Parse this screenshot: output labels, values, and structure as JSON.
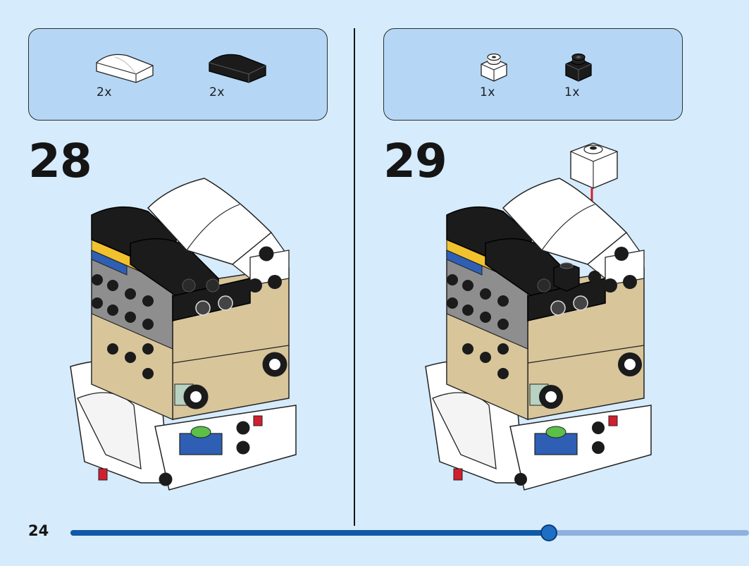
{
  "page": {
    "number": "24",
    "progress_fraction": 0.705
  },
  "steps": [
    {
      "number": "28",
      "parts": [
        {
          "icon": "white-curved-slope-brick-icon",
          "color": "#ffffff",
          "qty": "2x"
        },
        {
          "icon": "black-curved-slope-brick-icon",
          "color": "#1b1b1b",
          "qty": "2x"
        }
      ]
    },
    {
      "number": "29",
      "parts": [
        {
          "icon": "white-1x1-stud-brick-icon",
          "color": "#ffffff",
          "qty": "1x"
        },
        {
          "icon": "black-1x1-stud-brick-icon",
          "color": "#1b1b1b",
          "qty": "1x"
        }
      ]
    }
  ],
  "colors": {
    "background": "#d6ebfb",
    "parts_box": "#b5d7f5",
    "tan": "#d8c59a",
    "black": "#1b1b1b",
    "white": "#ffffff",
    "arrow": "#d21f2f",
    "progress_fill": "#0f5aa8",
    "progress_track": "#8fb1df"
  }
}
